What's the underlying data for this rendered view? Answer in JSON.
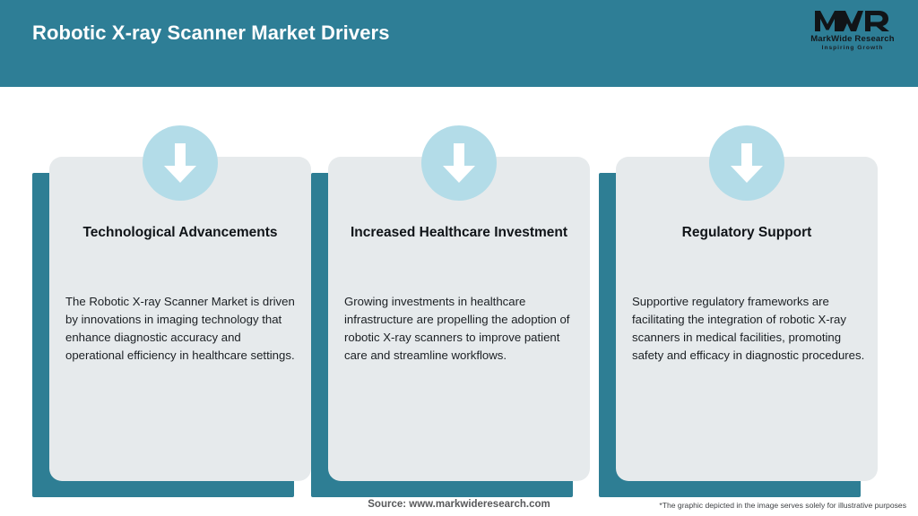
{
  "header": {
    "title": "Robotic X-ray Scanner Market Drivers",
    "background_color": "#2E7E96",
    "title_color": "#FFFFFF"
  },
  "logo": {
    "mark": "MWR",
    "name": "MarkWide Research",
    "tagline": "Inspiring Growth"
  },
  "theme": {
    "accent_color": "#2E7E94",
    "card_background": "#E6EAEC",
    "icon_circle_color": "#B3DCE8",
    "icon_arrow_color": "#FFFFFF",
    "page_background": "#FFFFFF"
  },
  "cards": [
    {
      "icon": "arrow-down-icon",
      "title": "Technological Advancements",
      "body": "The Robotic X-ray Scanner Market is driven by innovations in imaging technology that enhance diagnostic accuracy and operational efficiency in healthcare settings."
    },
    {
      "icon": "arrow-down-icon",
      "title": "Increased Healthcare Investment",
      "body": "Growing investments in healthcare infrastructure are propelling the adoption of robotic X-ray scanners to improve patient care and streamline workflows."
    },
    {
      "icon": "arrow-down-icon",
      "title": "Regulatory Support",
      "body": "Supportive regulatory frameworks are facilitating the integration of robotic X-ray scanners in medical facilities, promoting safety and efficacy in diagnostic procedures."
    }
  ],
  "footer": {
    "source": "Source: www.markwideresearch.com",
    "disclaimer": "*The graphic depicted in the image serves solely for illustrative purposes"
  }
}
